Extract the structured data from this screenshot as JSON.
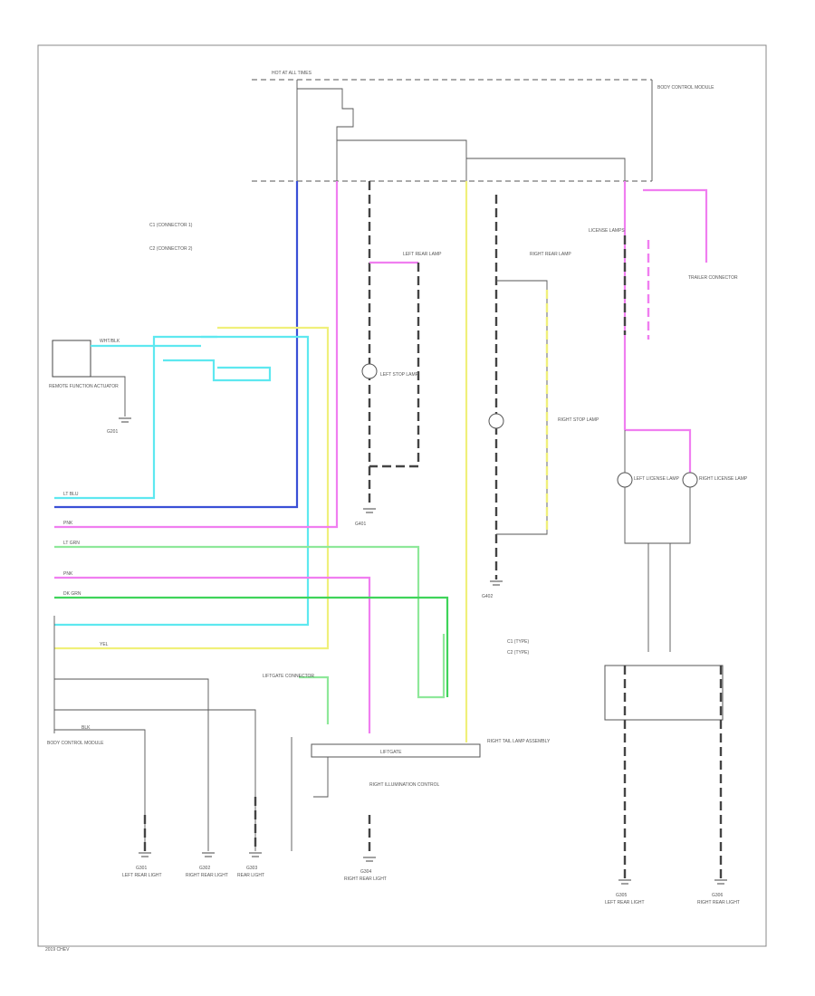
{
  "figure_code": "2019 CHEV",
  "colors": {
    "pink": "#f07ef0",
    "blue": "#3a4fd6",
    "cyan": "#5ee8f0",
    "yellow": "#f0f07a",
    "lightgreen": "#8ee89a",
    "green": "#3fd45a",
    "wire_gray": "#444444"
  },
  "icons": [
    "ground-icon",
    "bulb-icon",
    "connector-icon"
  ],
  "labels": {
    "fuse_top": "HOT AT ALL TIMES",
    "fuse_right": "BODY CONTROL MODULE",
    "notes_line1": "C1 (CONNECTOR 1)",
    "notes_line2": "C2 (CONNECTOR 2)",
    "left_module": "REMOTE FUNCTION ACTUATOR",
    "left_module_ground": "G201",
    "left_side_top": "LEFT REAR LAMP",
    "left_side_bottom": "LEFT STOP LAMP",
    "center_ground": "G401",
    "right_side_top": "RIGHT REAR LAMP",
    "right_side_bottom": "RIGHT STOP LAMP",
    "right_ground": "G402",
    "lic_lamps": "LICENSE LAMPS",
    "trailer": "TRAILER CONNECTOR",
    "lic_left": "LEFT LICENSE LAMP",
    "lic_right": "RIGHT LICENSE LAMP",
    "body_module": "BODY CONTROL MODULE",
    "bus_label": "LIFTGATE",
    "bus_right": "RIGHT TAIL LAMP ASSEMBLY",
    "rt_center": "RIGHT ILLUMINATION CONTROL",
    "connector_small": "LIFTGATE CONNECTOR",
    "mid_note1": "C1 (TYPE)",
    "mid_note2": "C2 (TYPE)",
    "g_bl1": "G301",
    "g_bl2": "G302",
    "g_bl3": "G303",
    "g_bc": "G304",
    "g_br1": "G305",
    "g_br2": "G306",
    "g_bl1_t": "LEFT REAR LIGHT",
    "g_bl2_t": "RIGHT REAR LIGHT",
    "g_bl3_t": "REAR LIGHT",
    "g_bc_t": "RIGHT REAR LIGHT",
    "g_br1_t": "LEFT REAR LIGHT",
    "g_br2_t": "RIGHT REAR LIGHT",
    "wire_tags": {
      "t1": "WHT/BLK",
      "t2": "LT BLU",
      "t3": "PNK",
      "t4": "LT GRN",
      "t5": "PNK",
      "t6": "DK GRN",
      "t7": "YEL",
      "t8": "BLK"
    }
  }
}
